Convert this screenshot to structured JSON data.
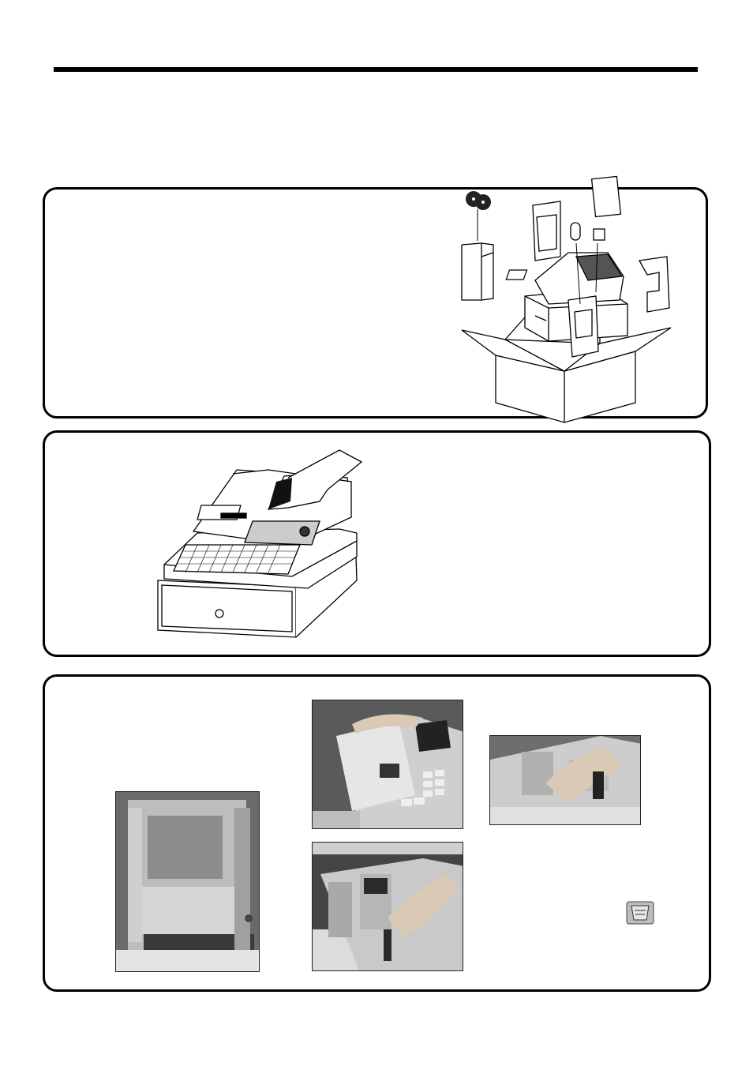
{
  "page": {
    "section_title": "",
    "panels": [
      {
        "caption": ""
      },
      {
        "caption": ""
      },
      {
        "caption": ""
      }
    ]
  },
  "figures": {
    "unpacking": "package-contents-illustration",
    "removing_tape": "register-line-drawing",
    "photos": [
      "open-register-top-photo",
      "printer-cover-removal-photo",
      "cover-lift-photo",
      "inner-printer-photo",
      "roll-holder-photo"
    ],
    "feed_key_icon": "feed-key-icon"
  },
  "colors": {
    "ink": "#000000",
    "photo_dark": "#3a3a3a",
    "photo_mid": "#8c8c8c",
    "photo_light": "#d6d6d6"
  }
}
